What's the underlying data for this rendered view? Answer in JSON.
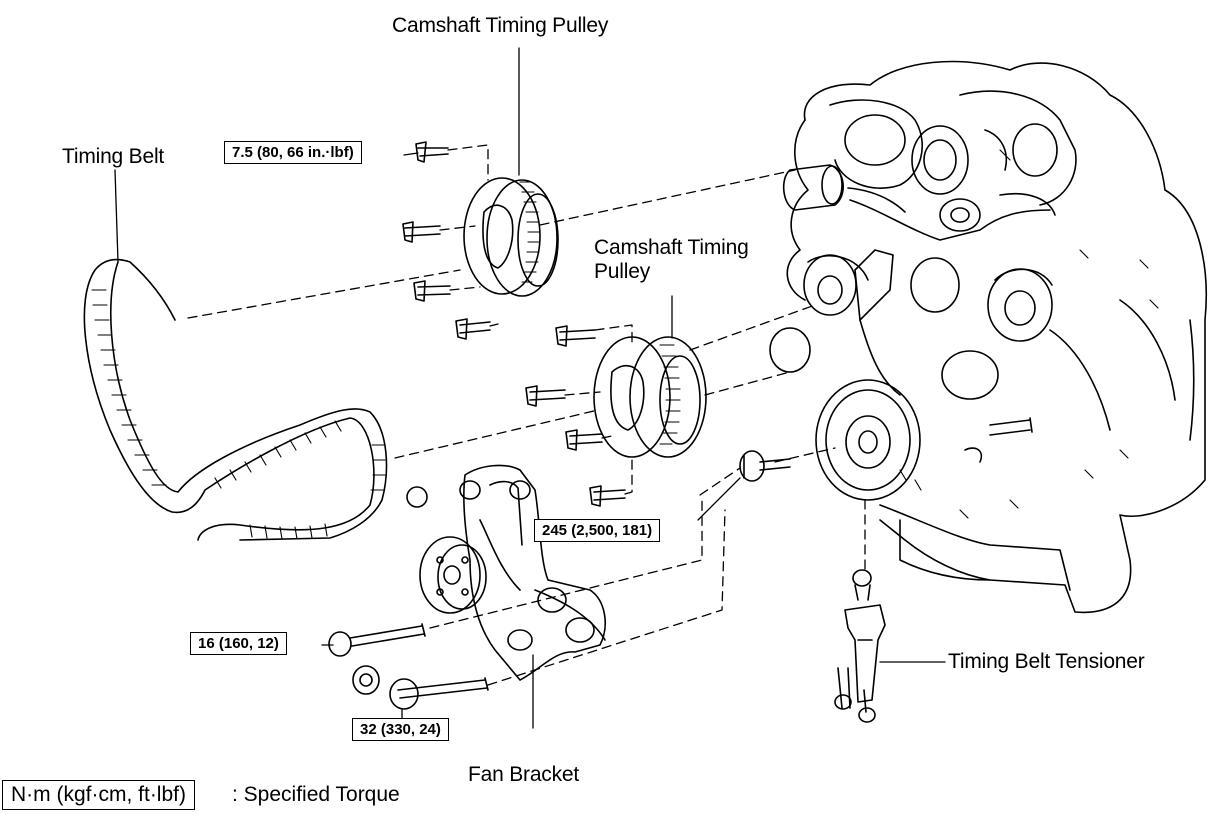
{
  "labels": {
    "camshaft_pulley_top": "Camshaft Timing Pulley",
    "camshaft_pulley_mid_line1": "Camshaft Timing",
    "camshaft_pulley_mid_line2": "Pulley",
    "timing_belt": "Timing Belt",
    "fan_bracket": "Fan Bracket",
    "timing_belt_tensioner": "Timing Belt Tensioner"
  },
  "torques": {
    "cam_pulley_bolt": "7.5 (80, 66 in.·lbf)",
    "crank_pulley_bolt": "245 (2,500, 181)",
    "fan_bracket_long_bolt": "16 (160, 12)",
    "fan_bracket_bolt": "32 (330, 24)"
  },
  "legend": {
    "unit_box": "N·m (kgf·cm, ft·lbf)",
    "text": ": Specified Torque"
  }
}
